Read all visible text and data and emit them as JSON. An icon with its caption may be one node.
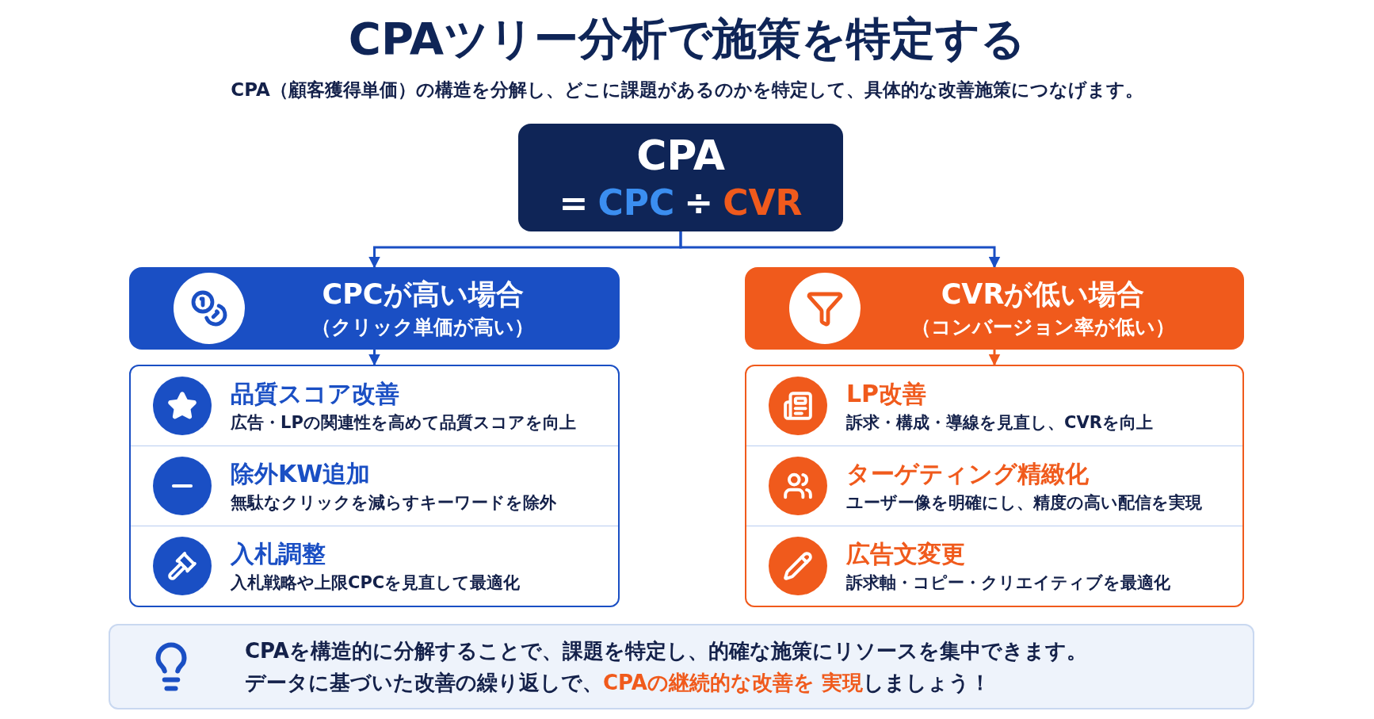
{
  "diagram": {
    "title": "CPAツリー分析で施策を特定する",
    "nodes": [
      {
        "text": [
          "CPA",
          "=",
          "CPC",
          "÷",
          "CVR"
        ]
      },
      {
        "text": [
          "CPCが高い場合",
          "（クリック単価が高い）"
        ]
      },
      {
        "text": [],
        "shape": "box"
      },
      {
        "text": [
          "品質スコア改善",
          "広告・LPの関連性を高めて品質スコアを向上"
        ],
        "in": 2
      },
      {
        "text": [
          "除外KW追加",
          "無駄なクリックを減らすキーワードを除外"
        ],
        "in": 2
      },
      {
        "text": [
          "入札調整",
          "入札戦略や上限CPCを見直して最適化"
        ],
        "in": 2
      },
      {
        "text": [
          "CVRが低い場合",
          "（コンバージョン率が低い）"
        ]
      },
      {
        "text": [],
        "shape": "box"
      },
      {
        "text": [
          "LP改善",
          "訴求・構成・導線を見直し、CVRを向上"
        ],
        "in": 7
      },
      {
        "text": [
          "ターゲティング精緻化",
          "ユーザー像を明確にし、精度の高い配信を実現"
        ],
        "in": 7
      },
      {
        "text": [
          "広告文変更",
          "訴求軸・コピー・クリエイティブを最適化"
        ],
        "in": 7
      },
      {
        "text": [
          "CPAを構造的に分解することで、課題を特定し、的確な施策にリソースを集中できます。",
          "データに基づいた改善の繰り返しで、**CPAの継続的な改善を 実現**しましょう！"
        ]
      }
    ],
    "edges": [
      {
        "from": 0,
        "to": 1,
        "arrow": "to"
      },
      {
        "from": 0,
        "to": 6,
        "arrow": "to"
      },
      {
        "from": 1,
        "to": 2,
        "arrow": "to"
      },
      {
        "from": 6,
        "to": 7,
        "arrow": "to",
        "color": "#f05a1c"
      }
    ],
    "labels": [
      "CPA（顧客獲得単価）の構造を分解し、どこに課題があるのかを特定して、具体的な改善施策につなげます。"
    ]
  }
}
